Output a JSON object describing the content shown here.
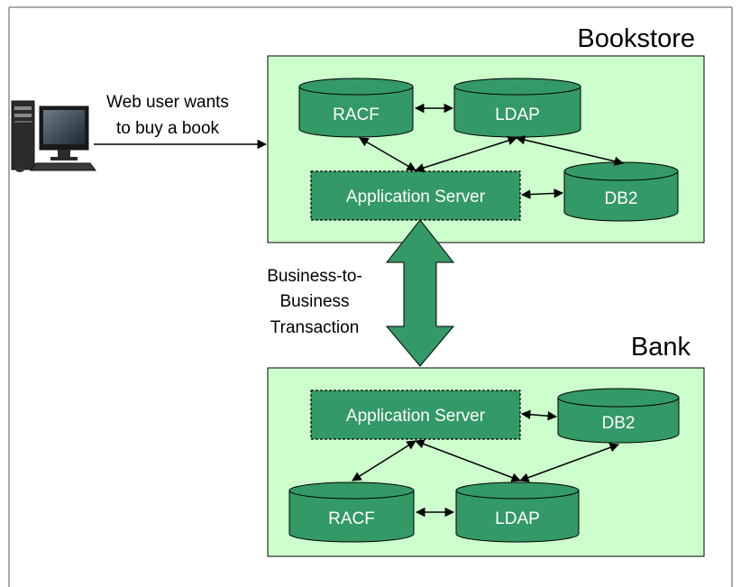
{
  "bookstore": {
    "title": "Bookstore",
    "racf": "RACF",
    "ldap": "LDAP",
    "app_server": "Application Server",
    "db2": "DB2"
  },
  "bank": {
    "title": "Bank",
    "racf": "RACF",
    "ldap": "LDAP",
    "app_server": "Application Server",
    "db2": "DB2"
  },
  "web_user": {
    "line1": "Web user wants",
    "line2": "to buy a book"
  },
  "b2b": {
    "line1": "Business-to-",
    "line2": "Business",
    "line3": "Transaction"
  },
  "colors": {
    "panel_fill": "#ccffcc",
    "cylinder_fill": "#339966",
    "cylinder_top": "#2e8a5c",
    "big_arrow": "#339966",
    "text_light": "#ffffff",
    "text_dark": "#000000"
  },
  "icons": {
    "computer": "desktop-computer-icon"
  }
}
